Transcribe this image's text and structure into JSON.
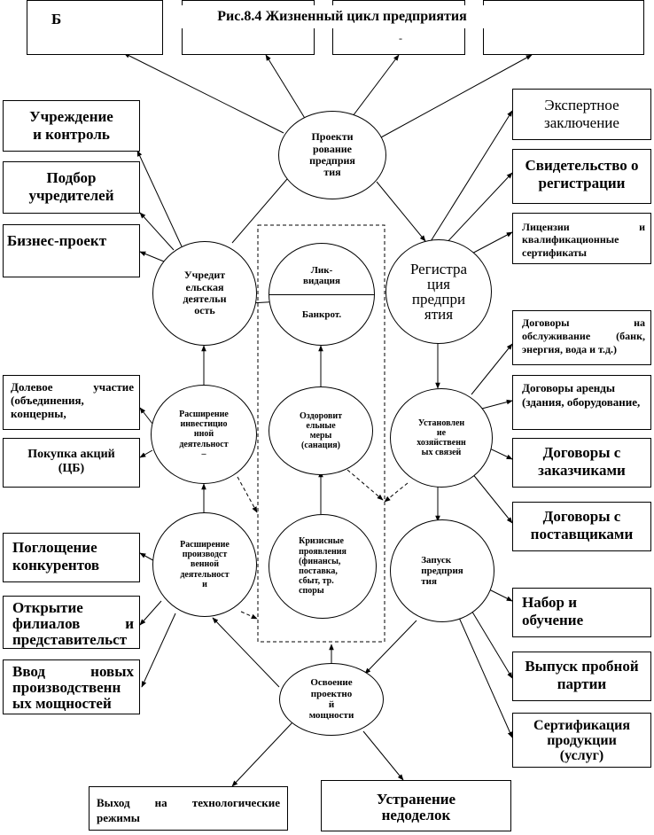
{
  "title": "Рис.8.4 Жизненный цикл предприятия",
  "title_fragment_left": "Б",
  "title_fragment_dash": "-",
  "center": {
    "projecting": "Проекти\nрование\nпредприя\nтия"
  },
  "left_column": {
    "foundation_control": "Учреждение\nи контроль",
    "founders_selection": "Подбор\nучредителей",
    "business_project": "Бизнес-проект",
    "equity_participation": "Долевое участие (объединения, концерны,",
    "share_purchase": "Покупка акций\n(ЦБ)",
    "competitor_takeover": "Поглощение\nконкурентов",
    "branches_opening": "Открытие филиалов и представительст",
    "new_capacity": "Ввод новых производственн ых мощностей"
  },
  "right_column": {
    "expert_conclusion": "Экспертное\nзаключение",
    "registration_cert": "Свидетельство о\nрегистрации",
    "licenses": "Лицензии и квалификационные сертификаты",
    "service_contracts": "Договоры на обслуживание (банк, энергия, вода и т.д.)",
    "lease_contracts": "Договоры аренды (здания, оборудование,",
    "customer_contracts": "Договоры с\nзаказчиками",
    "supplier_contracts": "Договоры с\nпоставщиками",
    "recruitment": "Набор и\nобучение",
    "trial_batch": "Выпуск пробной\nпартии",
    "certification": "Сертификация\nпродукции\n(услуг)"
  },
  "bottom": {
    "tech_modes": "Выход на технологические режимы",
    "defect_elimination": "Устранение\nнедоделок"
  },
  "circles": {
    "founding_activity": "Учредит\nельская\nдеятельн\nость",
    "registration": "Регистра\nция\nпредпри\nятия",
    "liquidation": "Лик-\nвидация",
    "bankruptcy": "Банкрот.",
    "investment_expansion": "Расширение\nинвестицио\nнной\nдеятельност\n–",
    "recovery_measures": "Оздоровит\nельные\nмеры\n(санация)",
    "economic_links": "Установлен\nие\nхозяйственн\nых связей",
    "production_expansion": "Расширение\nпроизводст\nвенной\nдеятельност\nи",
    "crisis": "Кризисные\nпроявления\n(финансы,\nпоставка,\nсбыт, тр.\nспоры",
    "launch": "Запуск\nпредприя\nтия",
    "capacity_mastering": "Освоение\nпроектно\nй\nмощности"
  }
}
